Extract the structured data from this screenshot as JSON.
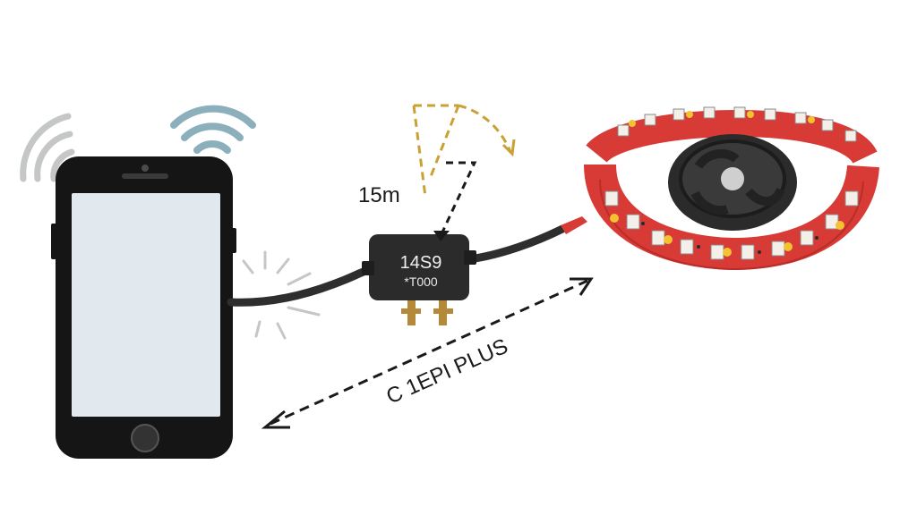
{
  "labels": {
    "distance": "15m",
    "module_line1": "14S9",
    "module_line2": "*T000",
    "product": "C 1EPI PLUS"
  },
  "colors": {
    "phone_body": "#151515",
    "phone_screen": "#e1e8ee",
    "wifi_left": "#c4c7c6",
    "wifi_right": "#8cafbc",
    "cable": "#2e2e2e",
    "module": "#2b2b2b",
    "pins": "#b5893a",
    "angle_marker": "#c9a233",
    "led_strip": "#d83a35",
    "led_chip": "#f2c230",
    "reel": "#2b2b2b",
    "arrow": "#1a1a1a"
  },
  "icons": [
    "wifi-icon",
    "smartphone",
    "led-strip-reel"
  ]
}
